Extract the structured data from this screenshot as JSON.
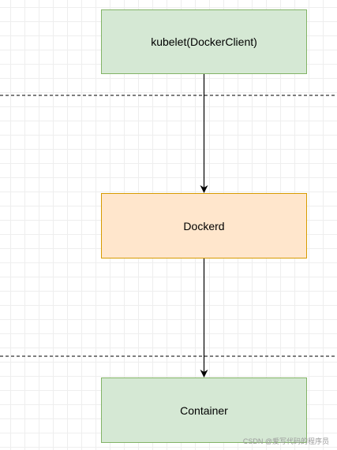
{
  "diagram": {
    "nodes": [
      {
        "id": "kubelet",
        "label": "kubelet(DockerClient)",
        "fill": "#d5e8d4",
        "stroke": "#82b366"
      },
      {
        "id": "dockerd",
        "label": "Dockerd",
        "fill": "#ffe6cc",
        "stroke": "#d79b00"
      },
      {
        "id": "container",
        "label": "Container",
        "fill": "#d5e8d4",
        "stroke": "#82b366"
      }
    ],
    "edges": [
      {
        "from": "kubelet",
        "to": "dockerd"
      },
      {
        "from": "dockerd",
        "to": "container"
      }
    ],
    "separators": 2,
    "line_color": "#000000",
    "separator_color": "#333333",
    "grid_color": "#eeeeee"
  },
  "watermark": "CSDN @爱写代码的程序员"
}
